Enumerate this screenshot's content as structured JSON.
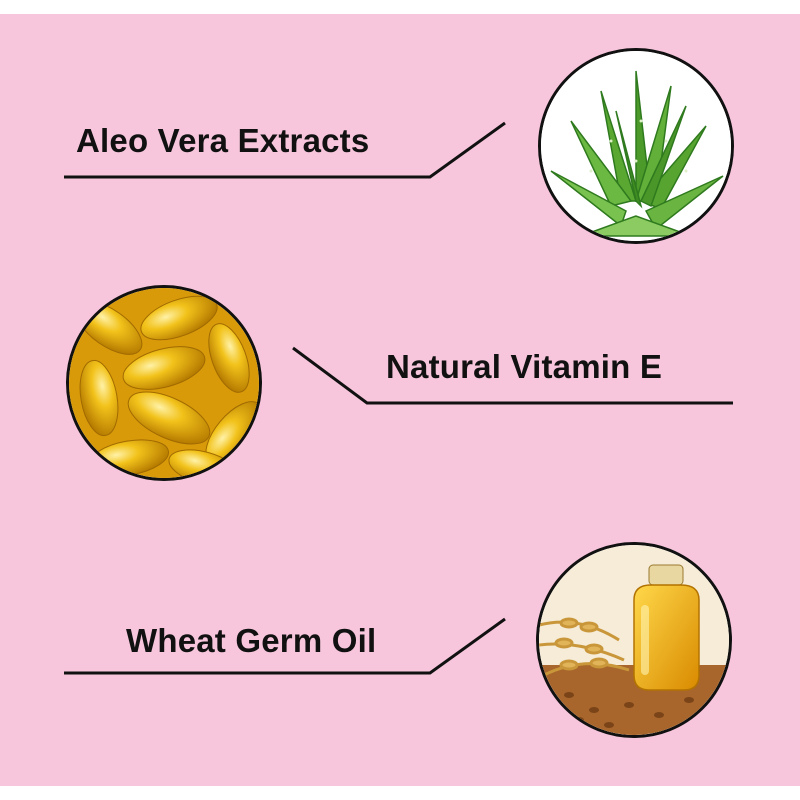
{
  "ingredients": [
    {
      "label": "Aleo Vera Extracts",
      "icon": "aloe-vera-image"
    },
    {
      "label": "Natural Vitamin E",
      "icon": "vitamin-e-capsules-image"
    },
    {
      "label": "Wheat Germ Oil",
      "icon": "wheat-germ-oil-image"
    }
  ],
  "colors": {
    "background": "#f7c6dc",
    "text": "#111111",
    "line": "#111111"
  }
}
